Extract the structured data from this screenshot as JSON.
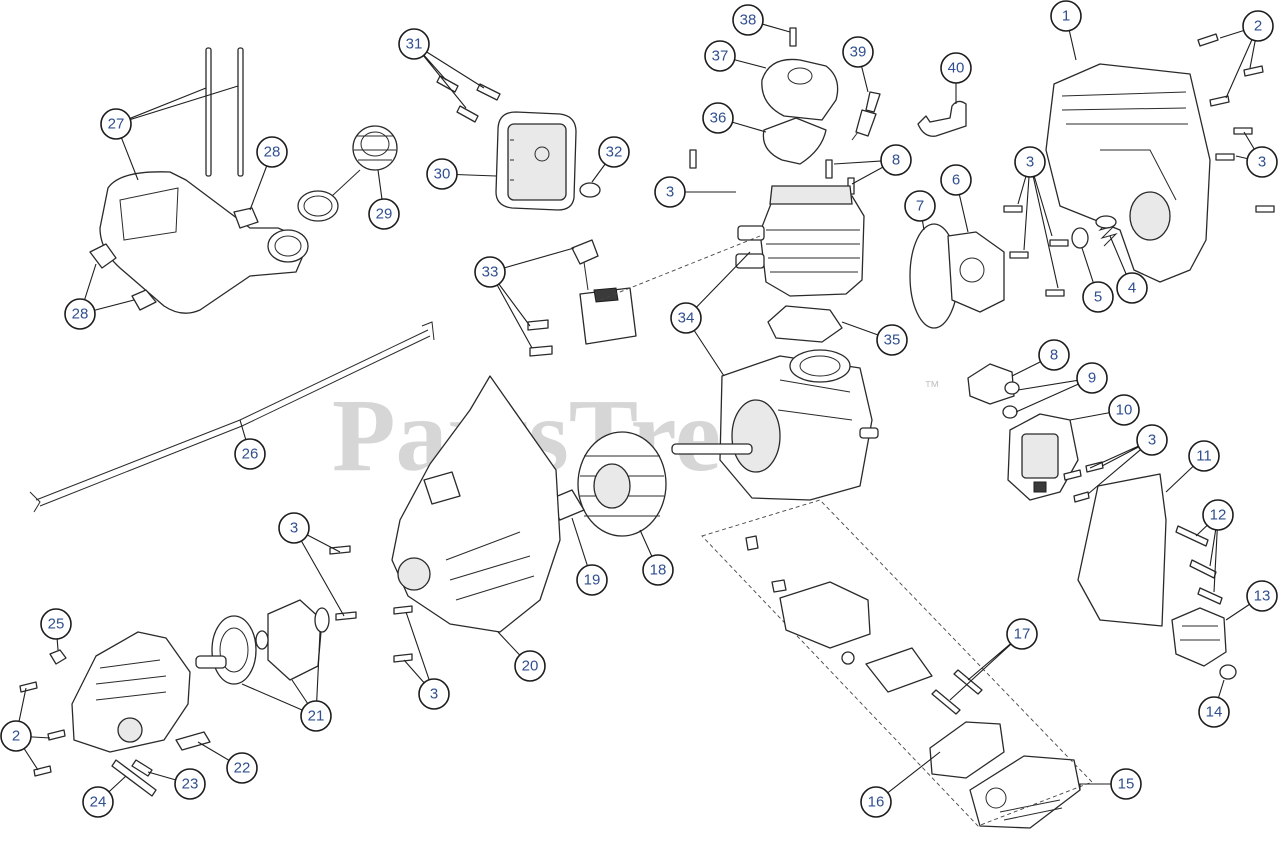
{
  "diagram": {
    "watermark": "PartsTree",
    "trademark": "™",
    "callouts": [
      "1",
      "2",
      "3",
      "4",
      "5",
      "6",
      "7",
      "8",
      "9",
      "10",
      "11",
      "12",
      "13",
      "14",
      "15",
      "16",
      "17",
      "18",
      "19",
      "20",
      "21",
      "22",
      "23",
      "24",
      "25",
      "26",
      "27",
      "28",
      "29",
      "30",
      "31",
      "32",
      "33",
      "34",
      "35",
      "36",
      "37",
      "38",
      "39",
      "40"
    ],
    "colors": {
      "callout_text": "#2f4f8f",
      "line": "#2a2a2a",
      "watermark": "#d6d6d6"
    }
  }
}
